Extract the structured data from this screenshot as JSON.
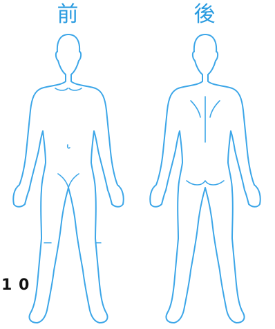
{
  "labels": {
    "front": "前",
    "back": "後"
  },
  "corner_number": "1 0",
  "colors": {
    "outline": "#3ca6e8",
    "label": "#2a9be0",
    "number": "#111111"
  }
}
